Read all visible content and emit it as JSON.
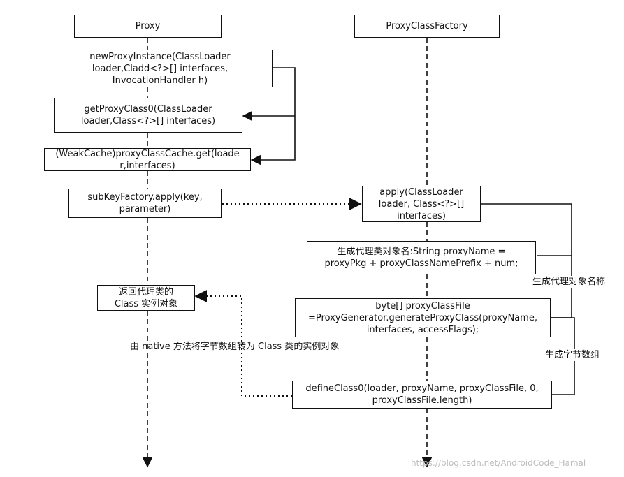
{
  "lifelines": {
    "proxy": "Proxy",
    "factory": "ProxyClassFactory"
  },
  "boxes": {
    "new_proxy_instance": "newProxyInstance(ClassLoader\nloader,Cladd<?>[] interfaces,\nInvocationHandler h)",
    "get_proxy_class0": "getProxyClass0(ClassLoader\nloader,Class<?>[] interfaces)",
    "weak_cache_get": "(WeakCache)proxyClassCache.get(loade\nr,interfaces)",
    "subkey_apply": "subKeyFactory.apply(key,\nparameter)",
    "return_instance": "返回代理类的\nClass 实例对象",
    "apply": "apply(ClassLoader\nloader, Class<?>[]\ninterfaces)",
    "gen_name": "生成代理类对象名:String proxyName =\nproxyPkg + proxyClassNamePrefix + num;",
    "gen_bytes": "byte[] proxyClassFile\n=ProxyGenerator.generateProxyClass(proxyName,\ninterfaces, accessFlags);",
    "define_class": "defineClass0(loader, proxyName, proxyClassFile, 0,\nproxyClassFile.length)"
  },
  "labels": {
    "gen_name_label": "生成代理对象名称",
    "gen_bytes_label": "生成字节数组",
    "native_note": "由 native 方法将字节数组转为 Class 类的实例对象"
  },
  "watermark": "https://blog.csdn.net/AndroidCode_Hamal"
}
